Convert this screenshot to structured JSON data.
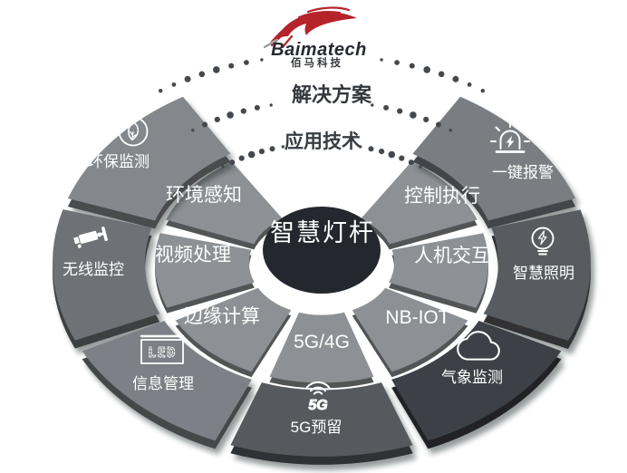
{
  "brand": {
    "name": "Baimatech",
    "name_cn": "佰马科技",
    "logo_color": "#b5242b",
    "text_color": "#26292f"
  },
  "arc_labels": [
    {
      "label": "解决方案"
    },
    {
      "label": "应用技术"
    }
  ],
  "center": {
    "label": "智慧灯杆",
    "bg_color": "#24282e",
    "text_color": "#ffffff"
  },
  "inner_ring": {
    "color": "#8d9195",
    "text_color": "#ffffff",
    "segments": [
      {
        "label": "环境感知"
      },
      {
        "label": "控制执行"
      },
      {
        "label": "视频处理"
      },
      {
        "label": "人机交互"
      },
      {
        "label": "边缘计算"
      },
      {
        "label": "NB-IOT"
      },
      {
        "label": "5G/4G"
      }
    ]
  },
  "outer_ring": {
    "text_color": "#ffffff",
    "segments": [
      {
        "label": "环保监测",
        "icon": "leaf-icon",
        "color": "#84888d"
      },
      {
        "label": "一键报警",
        "icon": "alarm-icon",
        "color": "#7a7e83"
      },
      {
        "label": "无线监控",
        "icon": "cctv-camera-icon",
        "color": "#6e7277"
      },
      {
        "label": "智慧照明",
        "icon": "bulb-icon",
        "color": "#585c61"
      },
      {
        "label": "信息管理",
        "icon": "led-screen-icon",
        "icon_text": "LED",
        "color": "#7d8187"
      },
      {
        "label": "气象监测",
        "icon": "cloud-icon",
        "color": "#3d4146"
      },
      {
        "label": "5G预留",
        "icon": "5g-signal-icon",
        "icon_text": "5G",
        "color": "#565a5f"
      }
    ]
  },
  "dots_color": "#45494e"
}
